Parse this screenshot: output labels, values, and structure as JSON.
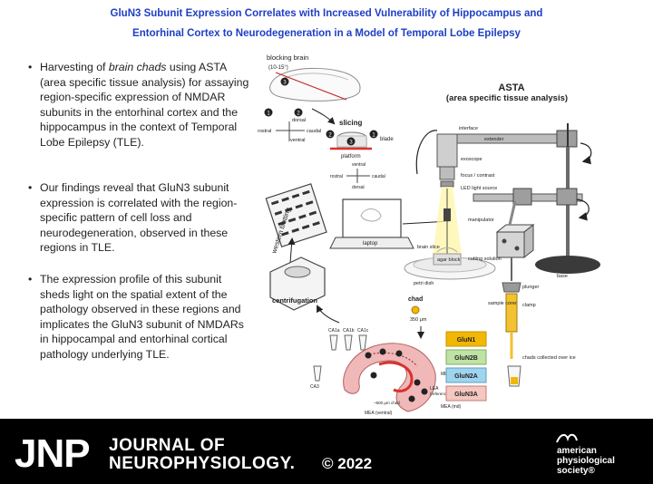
{
  "title": {
    "line1": "GluN3 Subunit Expression Correlates with Increased Vulnerability of Hippocampus and",
    "line2": "Entorhinal Cortex to Neurodegeneration in a Model of Temporal Lobe Epilepsy"
  },
  "bullets": [
    {
      "marker": "•",
      "pre": "Harvesting of ",
      "em": "brain chads",
      "post": " using ASTA (area specific tissue analysis) for assaying region-specific expression of NMDAR subunits in the entorhinal cortex and the hippocampus in the context of Temporal Lobe Epilepsy (TLE)."
    },
    {
      "marker": "•",
      "text": "Our findings reveal that GluN3 subunit expression is correlated with the region-specific pattern of cell loss and neurodegeneration, observed in these regions in TLE."
    },
    {
      "marker": "•",
      "text": "The expression profile of this subunit sheds light on the spatial extent of the pathology observed in these regions and implicates the GluN3 subunit of NMDARs in hippocampal and entorhinal cortical pathology underlying TLE."
    }
  ],
  "figure": {
    "blocking_brain": "blocking brain",
    "angle": "(10-15°)",
    "dorsal": "dorsal",
    "ventral": "ventral",
    "rostral": "rostral",
    "caudal": "caudal",
    "slicing": "slicing",
    "blade": "blade",
    "platform": "platform",
    "step1": "1",
    "step2": "2",
    "step3": "3",
    "western_blotting": "western blotting",
    "laptop": "laptop",
    "centrifugation": "centrifugation",
    "asta_title": "ASTA",
    "asta_subtitle": "(area specific tissue analysis)",
    "interface": "interface",
    "extender": "extender",
    "exoscope": "exoscope",
    "focus_contrast": "focus / contrast",
    "led": "LED light source",
    "manipulator": "manipulator",
    "brain_slice": "brain slice",
    "agar_block": "agar block",
    "cutting_solution": "cutting solution",
    "petri_dish": "petri dish",
    "base": "base",
    "plunger": "plunger",
    "sample_corer": "sample corer",
    "clamp": "clamp",
    "chad": "chad",
    "chad_size": "350 µm",
    "chads_collected": "chads collected over ice",
    "ca3": "CA3",
    "ca1a": "CA1a",
    "ca1b": "CA1b",
    "ca1c": "CA1c",
    "lea": "LEA",
    "lea_note": "(reference)",
    "mea_ds": "MEA (ds)",
    "mea_md": "MEA (md)",
    "mea_vent": "MEA (ventral)",
    "dist": "~500 µm chad",
    "glun1": "GluN1",
    "glun2b": "GluN2B",
    "glun2a": "GluN2A",
    "glun3a": "GluN3A",
    "colors": {
      "glun1": "#f2b705",
      "glun2b": "#bfe3a5",
      "glun2a": "#9fd4ef",
      "glun3a": "#f5c7c1",
      "accent_red": "#d9322e"
    }
  },
  "footer": {
    "jnp": "JNP",
    "journal_line1": "JOURNAL OF",
    "journal_line2": "NEUROPHYSIOLOGY.",
    "copyright": "© 2022",
    "aps_line1": "american",
    "aps_line2": "physiological",
    "aps_line3": "society®"
  }
}
